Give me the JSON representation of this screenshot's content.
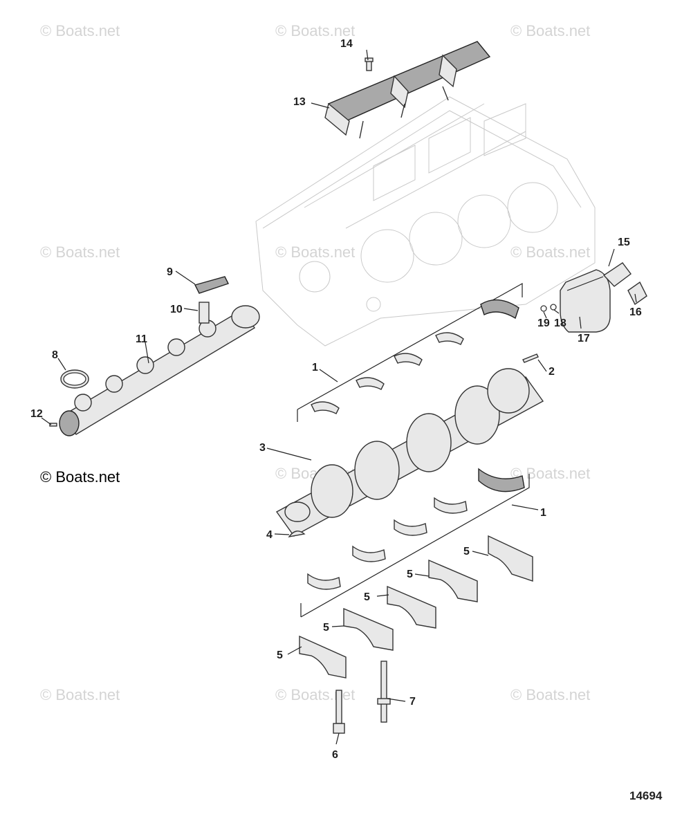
{
  "watermark": "© Boats.net",
  "figure_number": "14694",
  "callouts": {
    "c1a": "1",
    "c1b": "1",
    "c2": "2",
    "c3": "3",
    "c4": "4",
    "c5a": "5",
    "c5b": "5",
    "c5c": "5",
    "c5d": "5",
    "c5e": "5",
    "c6": "6",
    "c7": "7",
    "c8": "8",
    "c9": "9",
    "c10": "10",
    "c11": "11",
    "c12": "12",
    "c13": "13",
    "c14": "14",
    "c15": "15",
    "c16": "16",
    "c17": "17",
    "c18": "18",
    "c19": "19"
  }
}
